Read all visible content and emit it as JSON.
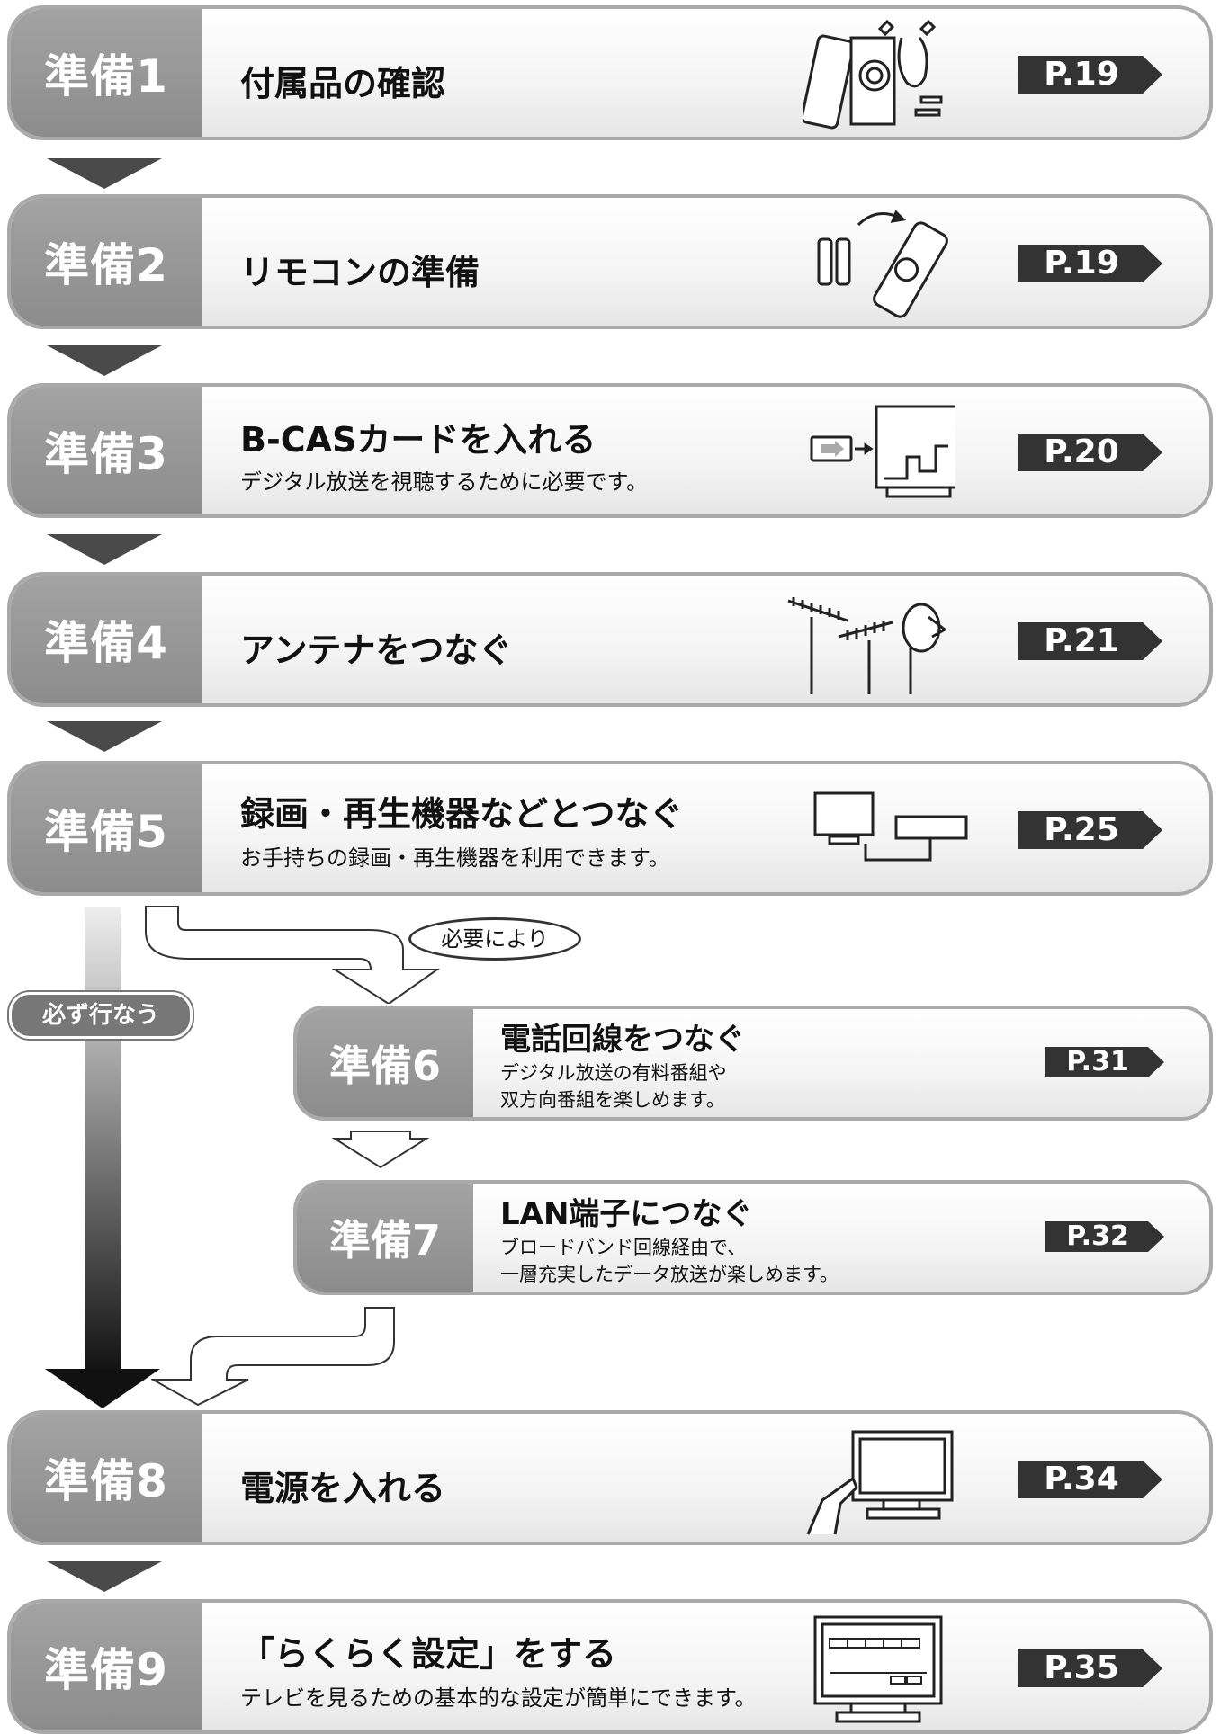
{
  "steps": [
    {
      "label": "準備1",
      "title": "付属品の確認",
      "page": "P.19"
    },
    {
      "label": "準備2",
      "title": "リモコンの準備",
      "page": "P.19"
    },
    {
      "label": "準備3",
      "title": "B-CASカードを入れる",
      "subtitle": "デジタル放送を視聴するために必要です。",
      "page": "P.20"
    },
    {
      "label": "準備4",
      "title": "アンテナをつなぐ",
      "page": "P.21"
    },
    {
      "label": "準備5",
      "title": "録画・再生機器などとつなぐ",
      "subtitle": "お手持ちの録画・再生機器を利用できます。",
      "page": "P.25"
    },
    {
      "label": "準備6",
      "title": "電話回線をつなぐ",
      "subtitle1": "デジタル放送の有料番組や",
      "subtitle2": "双方向番組を楽しめます。",
      "page": "P.31"
    },
    {
      "label": "準備7",
      "title": "LAN端子につなぐ",
      "subtitle1": "ブロードバンド回線経由で、",
      "subtitle2": "一層充実したデータ放送が楽しめます。",
      "page": "P.32"
    },
    {
      "label": "準備8",
      "title": "電源を入れる",
      "page": "P.34"
    },
    {
      "label": "準備9",
      "title": "「らくらく設定」をする",
      "subtitle": "テレビを見るための基本的な設定が簡単にできます。",
      "page": "P.35"
    }
  ],
  "flow": {
    "required_label": "必ず行なう",
    "optional_label": "必要により"
  }
}
